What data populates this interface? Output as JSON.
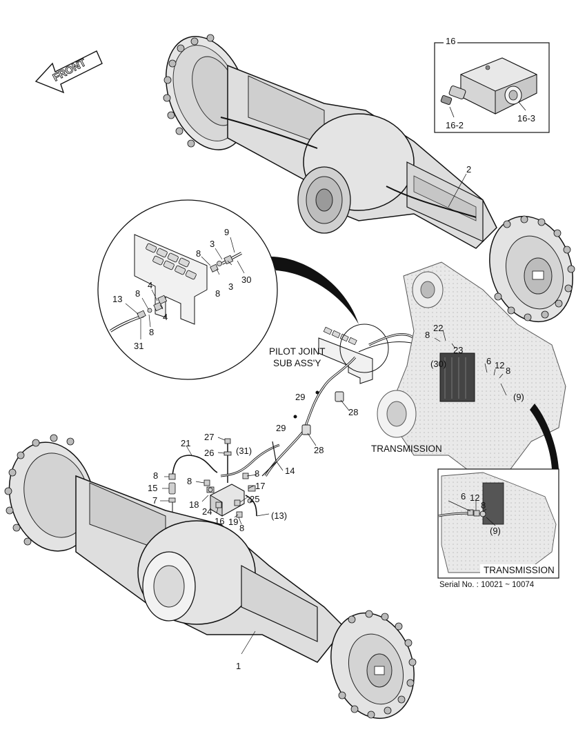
{
  "front_arrow": {
    "text": "FRONT"
  },
  "labels": {
    "pilot_joint": "PILOT JOINT",
    "sub_assy": "SUB ASS'Y",
    "transmission_main": "TRANSMISSION",
    "transmission_inset": "TRANSMISSION",
    "serial": "Serial No. : 10021 ~ 10074"
  },
  "inset_top": {
    "title": "16",
    "left": "16-2",
    "right": "16-3"
  },
  "callouts": {
    "c1": "1",
    "c2": "2",
    "c3a": "3",
    "c3b": "3",
    "c4a": "4",
    "c4b": "4",
    "c6a": "6",
    "c6b": "6",
    "c7": "7",
    "c8a": "8",
    "c8b": "8",
    "c8c": "8",
    "c8d": "8",
    "c8e": "8",
    "c8f": "8",
    "c8g": "8",
    "c8h": "8",
    "c8i": "8",
    "c8j": "8",
    "c8k": "8",
    "c9": "9",
    "c9p_main": "(9)",
    "c9p_inset": "(9)",
    "c12a": "12",
    "c12b": "12",
    "c13": "13",
    "c13p": "(13)",
    "c14": "14",
    "c15": "15",
    "c16": "16",
    "c17": "17",
    "c18": "18",
    "c19": "19",
    "c21": "21",
    "c22": "22",
    "c23": "23",
    "c24": "24",
    "c25": "25",
    "c26": "26",
    "c27": "27",
    "c28a": "28",
    "c28b": "28",
    "c29a": "29",
    "c29b": "29",
    "c30": "30",
    "c30p": "(30)",
    "c31": "31",
    "c31p": "(31)"
  }
}
